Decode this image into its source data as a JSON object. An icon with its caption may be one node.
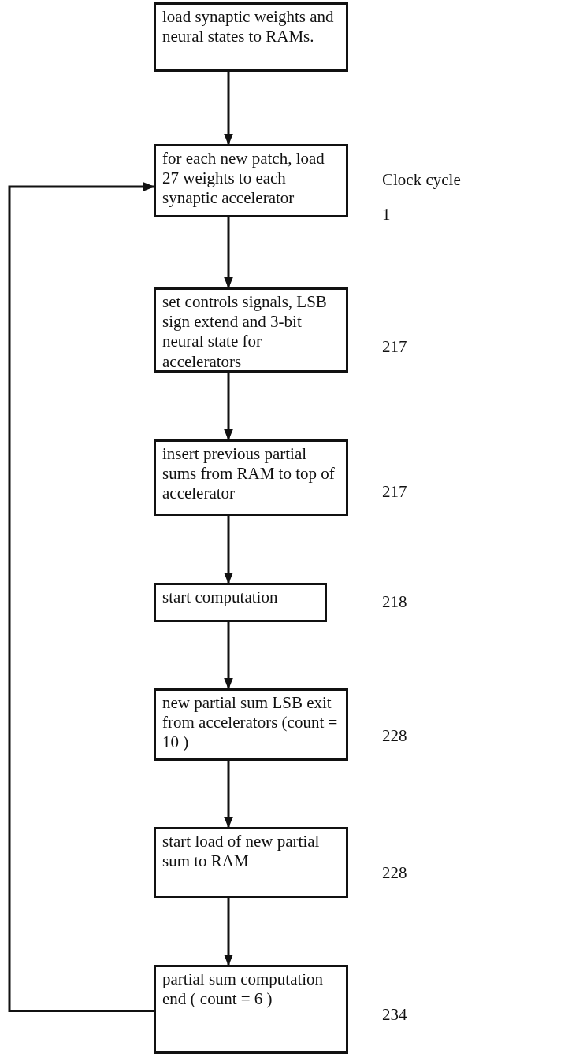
{
  "diagram": {
    "nodes": [
      {
        "text": [
          "load synaptic weights and neural states to RAMs."
        ]
      },
      {
        "text": [
          "for each new patch, load 27 weights to each synaptic accelerator"
        ],
        "beside": [
          "1"
        ]
      },
      {
        "text": [
          "set controls signals, LSB sign extend and 3-bit neural state for accelerators"
        ],
        "beside": [
          "217"
        ]
      },
      {
        "text": [
          "insert previous partial sums from RAM to top of accelerator"
        ],
        "beside": [
          "217"
        ]
      },
      {
        "text": [
          "start computation"
        ],
        "beside": [
          "218"
        ]
      },
      {
        "text": [
          "new partial sum LSB exit from accelerators (count = 10 )"
        ],
        "beside": [
          "228"
        ]
      },
      {
        "text": [
          "start load of new partial sum to RAM"
        ],
        "beside": [
          "228"
        ]
      },
      {
        "text": [
          "partial sum computation end ( count = 6 )"
        ],
        "beside": [
          "234"
        ]
      }
    ],
    "edges": [
      {
        "from": 0,
        "to": 1,
        "arrow": "to"
      },
      {
        "from": 1,
        "to": 2,
        "arrow": "to"
      },
      {
        "from": 2,
        "to": 3,
        "arrow": "to"
      },
      {
        "from": 3,
        "to": 4,
        "arrow": "to"
      },
      {
        "from": 4,
        "to": 5,
        "arrow": "to"
      },
      {
        "from": 5,
        "to": 6,
        "arrow": "to"
      },
      {
        "from": 6,
        "to": 7,
        "arrow": "to"
      },
      {
        "from": 7,
        "to": 1,
        "arrow": "to"
      }
    ],
    "labels": [
      "Clock cycle"
    ]
  }
}
